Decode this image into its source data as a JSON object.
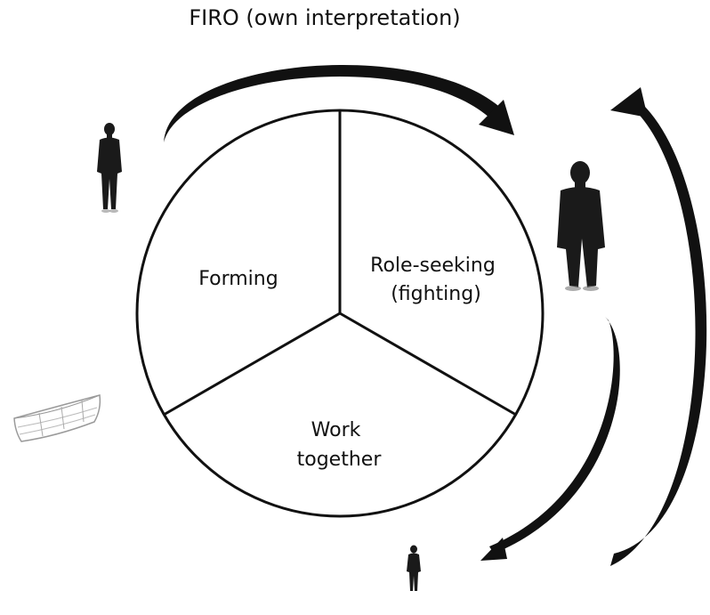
{
  "title": "FIRO (own interpretation)",
  "segments": [
    {
      "id": "forming",
      "lines": [
        "Forming"
      ]
    },
    {
      "id": "role-seeking",
      "lines": [
        "Role-seeking",
        "(fighting)"
      ]
    },
    {
      "id": "work-together",
      "lines": [
        "Work",
        "together"
      ]
    }
  ],
  "colors": {
    "stroke": "#111111",
    "figure": "#1a1a1a",
    "boat": "#9a9a9a"
  },
  "icons": [
    "person-silhouette-icon",
    "boat-icon",
    "curved-arrow-icon"
  ]
}
